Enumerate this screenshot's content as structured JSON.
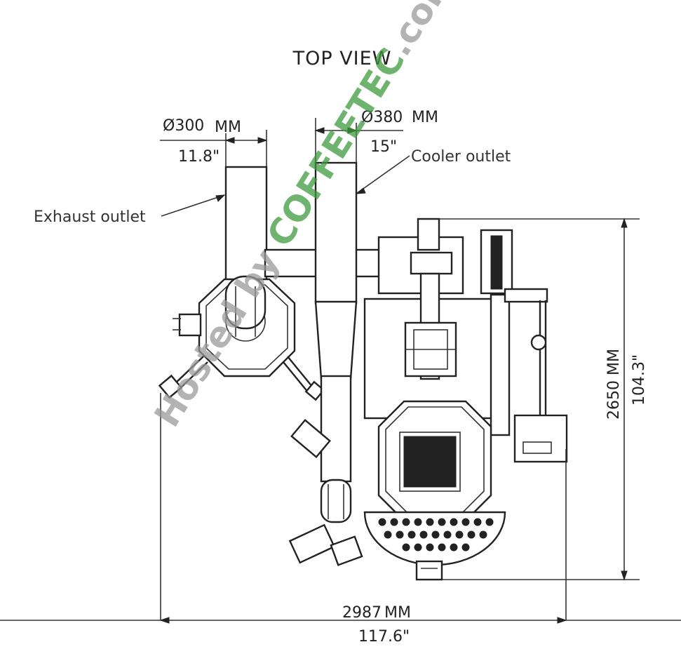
{
  "title": "TOP VIEW",
  "dimensions": {
    "exhaust_diameter_mm": "Ø300",
    "exhaust_diameter_unit": "MM",
    "exhaust_diameter_in": "11.8\"",
    "cooler_diameter_mm": "Ø380",
    "cooler_diameter_unit": "MM",
    "cooler_diameter_in": "15\"",
    "depth_mm": "2650",
    "depth_unit": "MM",
    "depth_in": "104.3\"",
    "width_mm": "2987",
    "width_unit": "MM",
    "width_in": "117.6\""
  },
  "labels": {
    "exhaust_outlet": "Exhaust outlet",
    "cooler_outlet": "Cooler outlet"
  },
  "watermark": {
    "prefix": "Hosted by ",
    "brand": "COFFEETEC",
    "suffix": ".com",
    "gray_color": "#9a9a9a",
    "green_color": "#3e9a3e"
  },
  "colors": {
    "line": "#333333",
    "background": "#ffffff"
  }
}
